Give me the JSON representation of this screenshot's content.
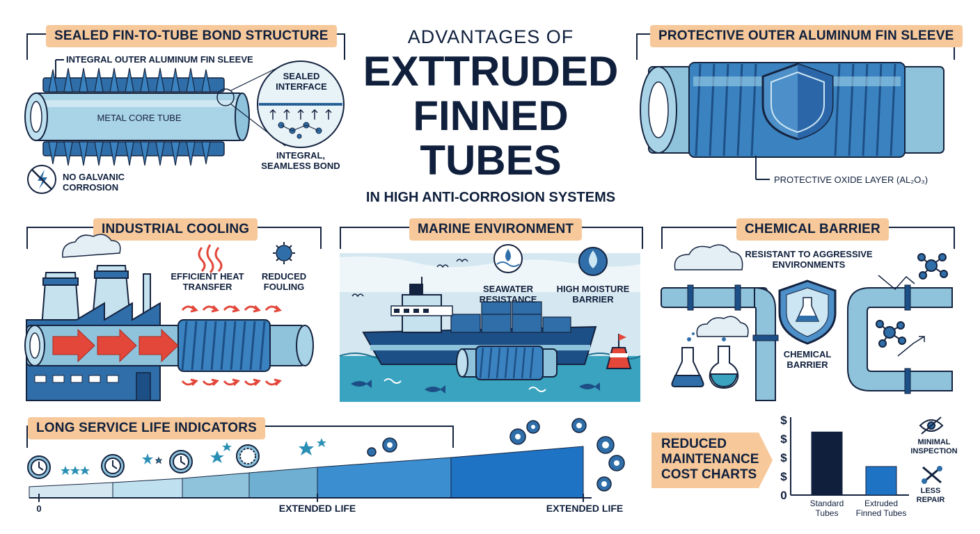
{
  "title": {
    "line1": "ADVANTAGES OF",
    "line2": "EXTTRUDED",
    "line3": "FINNED TUBES",
    "line4": "IN HIGH ANTI-CORROSION SYSTEMS"
  },
  "sealed_bond": {
    "heading": "SEALED FIN-TO-TUBE BOND STRUCTURE",
    "fin_sleeve_label": "INTEGRAL OUTER ALUMINUM FIN SLEEVE",
    "core_label": "METAL CORE TUBE",
    "interface_label": "SEALED INTERFACE",
    "bond_label": "INTEGRAL, SEAMLESS BOND",
    "galvanic_label": "NO GALVANIC CORROSION"
  },
  "protective_sleeve": {
    "heading": "PROTECTIVE OUTER ALUMINUM FIN SLEEVE",
    "oxide_label": "PROTECTIVE OXIDE LAYER (Al₂O₃)"
  },
  "industrial": {
    "heading": "INDUSTRIAL COOLING",
    "heat_label": "EFFICIENT HEAT TRANSFER",
    "fouling_label": "REDUCED FOULING"
  },
  "marine": {
    "heading": "MARINE ENVIRONMENT",
    "seawater_label": "SEAWATER RESISTANCE",
    "moisture_label": "HIGH MOISTURE BARRIER"
  },
  "chemical": {
    "heading": "CHEMICAL BARRIER",
    "aggressive_label": "RESISTANT TO AGGRESSIVE ENVIRONMENTS",
    "barrier_label": "CHEMICAL BARRIER"
  },
  "service_life": {
    "heading": "LONG SERVICE LIFE INDICATORS",
    "axis_start": "0",
    "mark1": "EXTENDED LIFE",
    "mark2": "EXTENDED LIFE"
  },
  "maintenance": {
    "heading": "REDUCED MAINTENANCE COST CHARTS",
    "inspection_label": "MINIMAL INSPECTION",
    "repair_label": "LESS REPAIR"
  },
  "chart_data": {
    "type": "bar",
    "categories": [
      "Standard Tubes",
      "Extruded Finned Tubes"
    ],
    "values": [
      4.2,
      1.9
    ],
    "y_ticks": [
      "0",
      "$",
      "$",
      "$",
      "$"
    ],
    "ylim": [
      0,
      5
    ],
    "bar_colors": [
      "#0f1f3c",
      "#1f73c4"
    ],
    "grid": false,
    "title": "",
    "xlabel": "",
    "ylabel": ""
  },
  "colors": {
    "navy": "#0f1f3c",
    "tag": "#f6c89a",
    "steel": "#8fc3dc",
    "blue": "#2f7fc4",
    "red": "#e2473a"
  }
}
